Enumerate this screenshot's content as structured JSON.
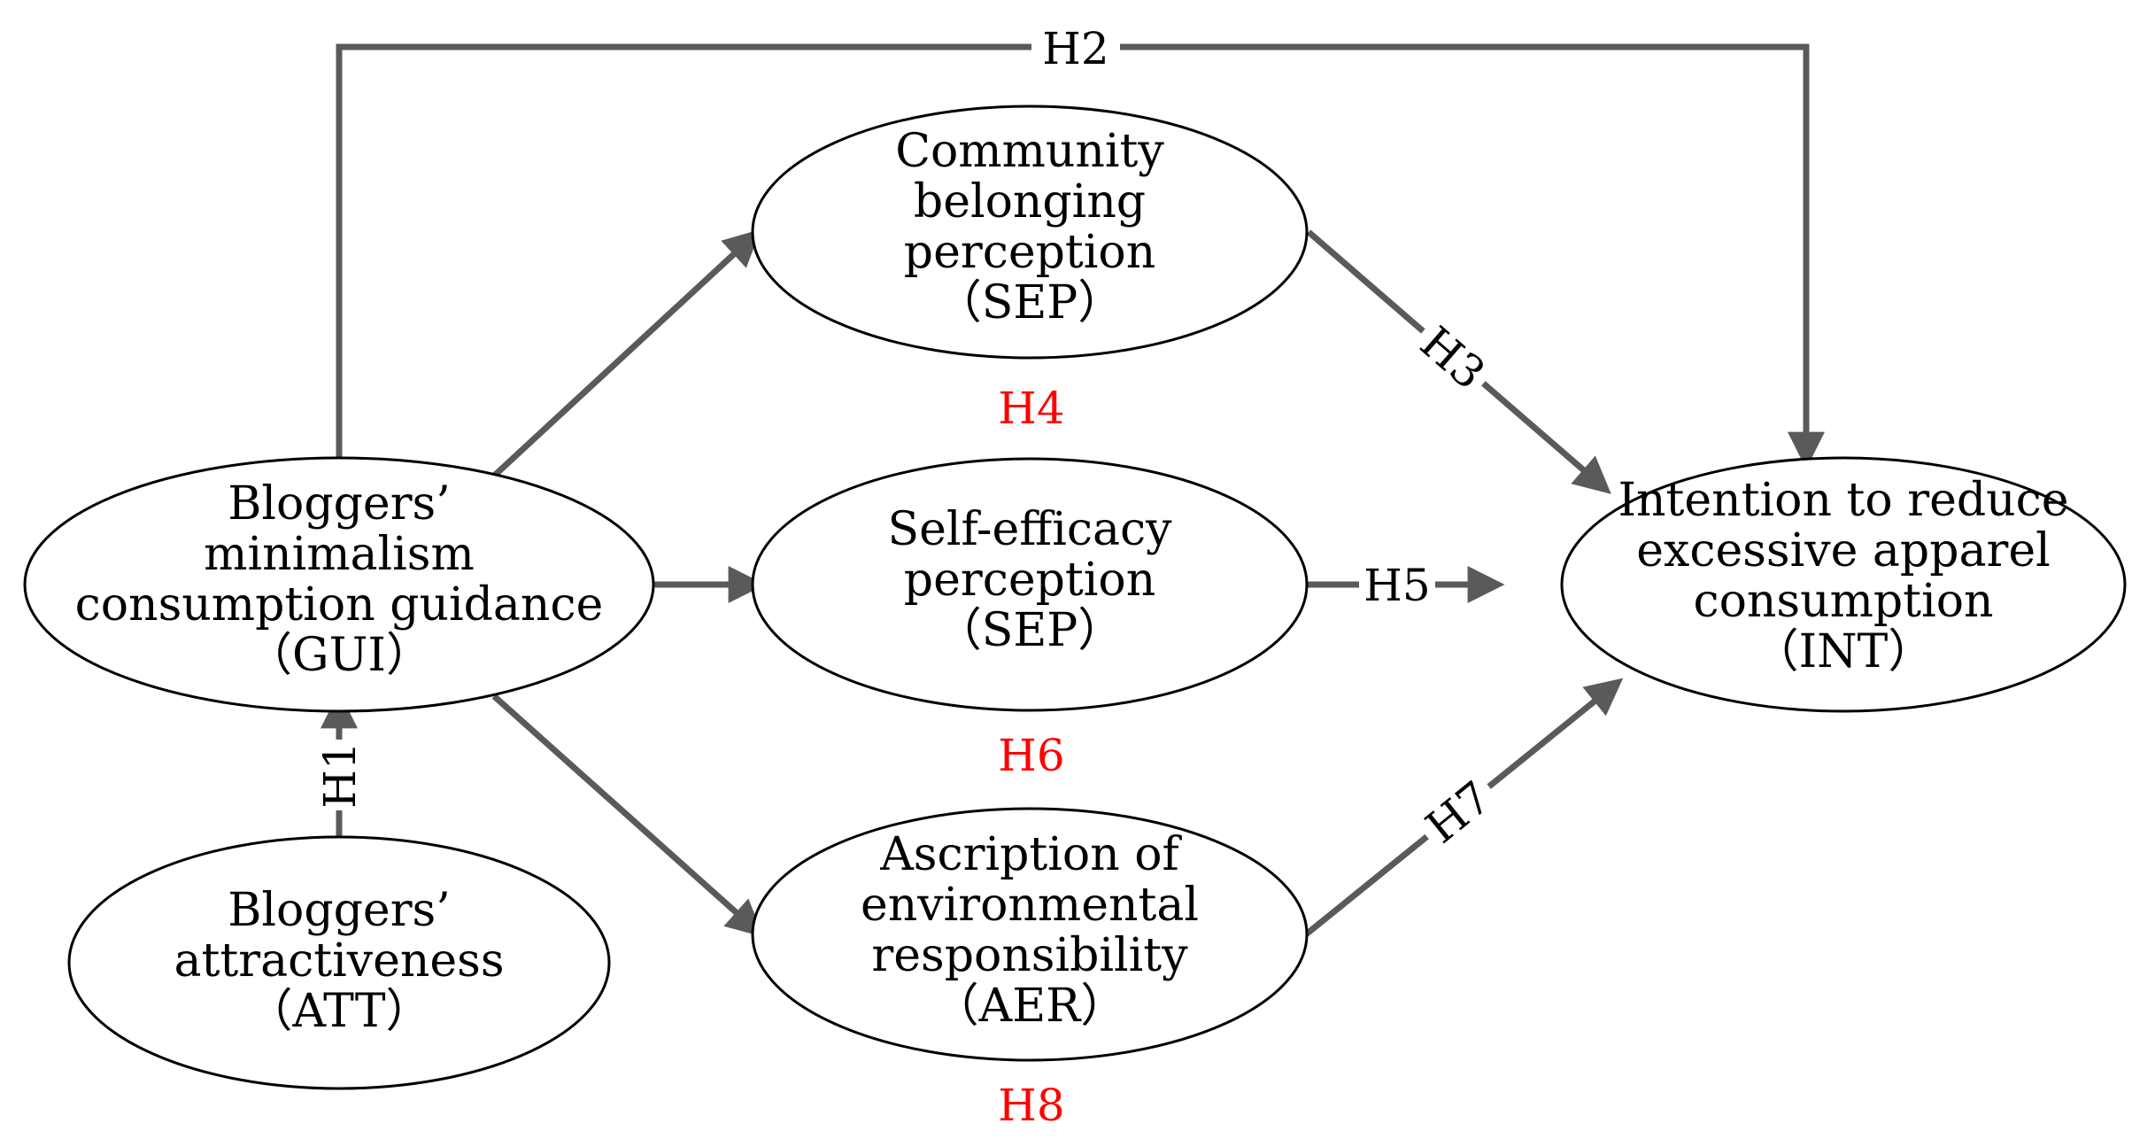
{
  "diagram": {
    "nodes": {
      "gui": {
        "lines": [
          "Bloggers’",
          "minimalism",
          "consumption guidance",
          "（GUI）"
        ]
      },
      "att": {
        "lines": [
          "Bloggers’",
          "attractiveness",
          "（ATT）"
        ]
      },
      "sep_top": {
        "lines": [
          "Community",
          "belonging",
          "perception",
          "（SEP）"
        ]
      },
      "sep_mid": {
        "lines": [
          "Self-efficacy",
          "perception",
          "（SEP）"
        ]
      },
      "aer": {
        "lines": [
          "Ascription of",
          "environmental",
          "responsibility",
          "（AER）"
        ]
      },
      "int": {
        "lines": [
          "Intention to reduce",
          "excessive apparel",
          "consumption",
          "（INT）"
        ]
      }
    },
    "hypotheses": {
      "h1": "H1",
      "h2": "H2",
      "h3": "H3",
      "h4": "H4",
      "h5": "H5",
      "h6": "H6",
      "h7": "H7",
      "h8": "H8"
    },
    "colors": {
      "arrow": "#5a5a5a",
      "mediation_label": "#ff0000"
    }
  }
}
